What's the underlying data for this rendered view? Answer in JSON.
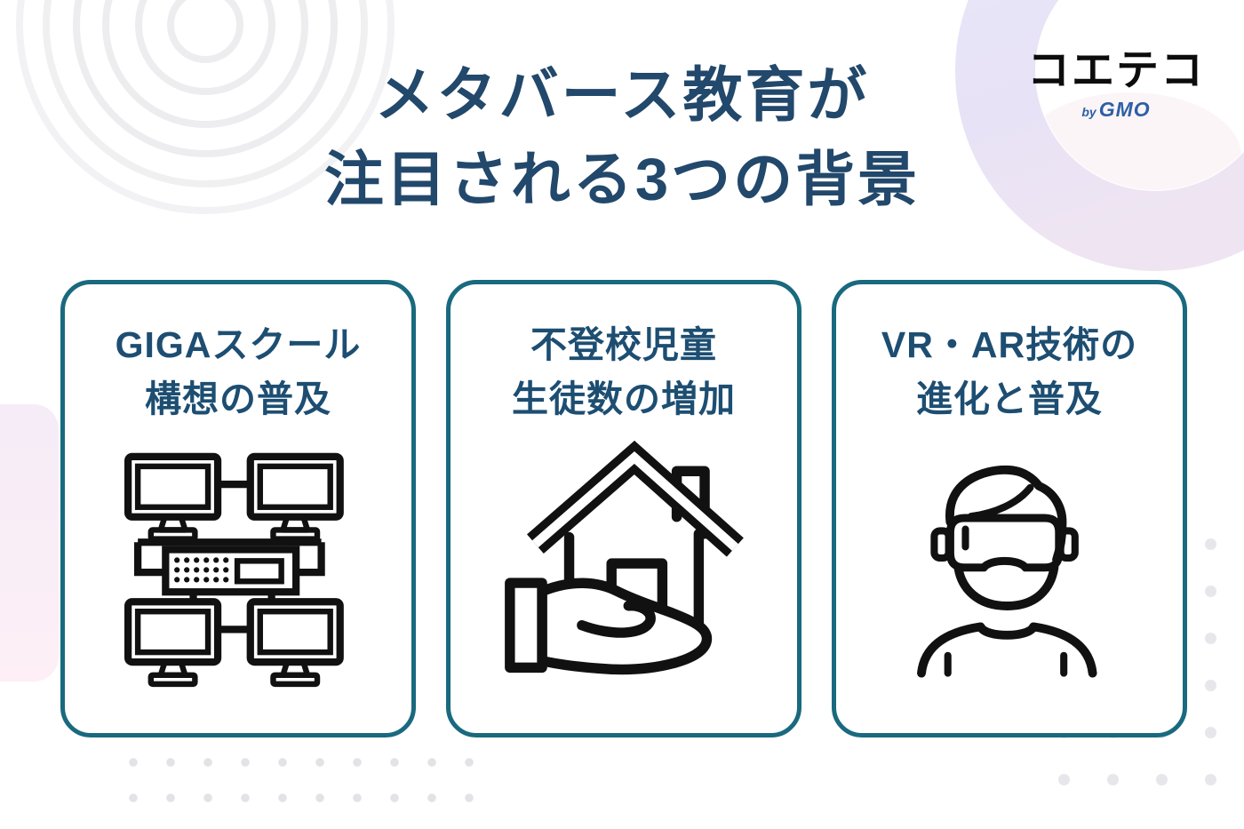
{
  "header": {
    "title_line1": "メタバース教育が",
    "title_line2": "注目される3つの背景"
  },
  "logo": {
    "brand": "コエテコ",
    "by_prefix": "by",
    "by_brand": "GMO"
  },
  "cards": [
    {
      "title_line1": "GIGAスクール",
      "title_line2": "構想の普及",
      "icon": "network-computers-icon"
    },
    {
      "title_line1": "不登校児童",
      "title_line2": "生徒数の増加",
      "icon": "house-in-hand-icon"
    },
    {
      "title_line1": "VR・AR技術の",
      "title_line2": "進化と普及",
      "icon": "vr-headset-person-icon"
    }
  ],
  "colors": {
    "title_text": "#22486b",
    "card_text": "#1d4e72",
    "card_border": "#19697f",
    "logo_text": "#0c0c0c",
    "logo_by_blue": "#2e5fa5",
    "icon_stroke": "#111111",
    "ring_lavender": "#e8e4f7",
    "pink_accent": "#f8edf6",
    "dot_gray": "#e5e4e8",
    "concentric_circle_gray": "#ededef",
    "background": "#ffffff"
  }
}
